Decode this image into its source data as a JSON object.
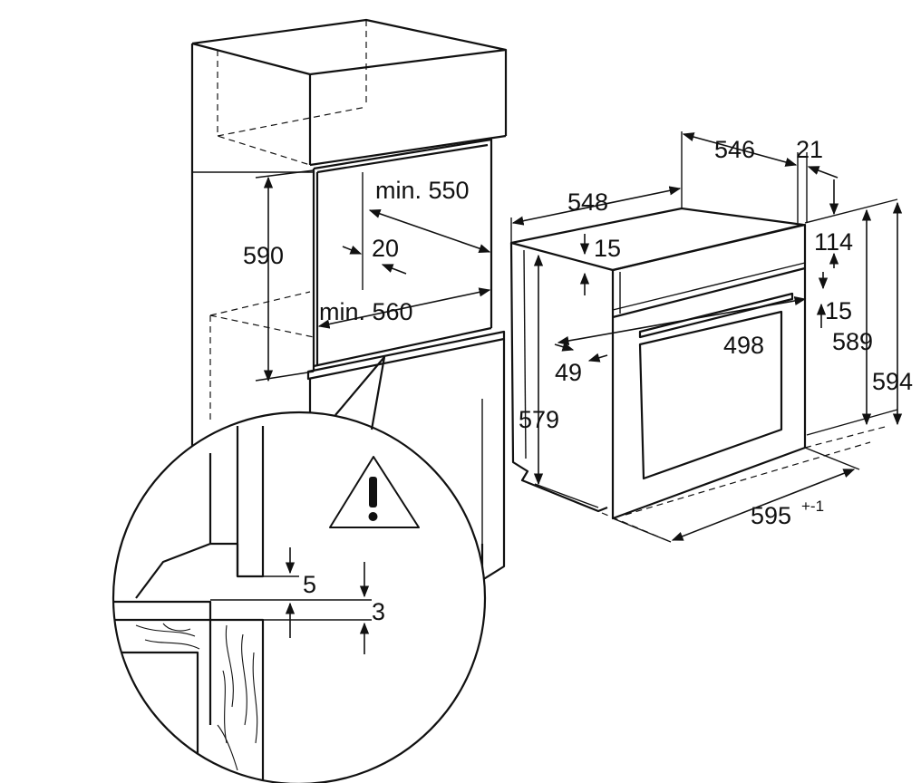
{
  "cabinet": {
    "height_opening": "590",
    "depth_top": "min. 550",
    "depth_bottom": "min. 560",
    "side_gap": "20"
  },
  "oven": {
    "depth_body": "548",
    "depth_total": "546",
    "panel_thickness": "21",
    "top_offset_left": "15",
    "panel_top": "114",
    "panel_gap": "15",
    "front_height": "589",
    "total_height": "594",
    "body_height": "579",
    "inner_width": "498",
    "inner_offset": "49",
    "width": "595",
    "width_tolerance": "+-1"
  },
  "detail": {
    "gap_a": "5",
    "gap_b": "3",
    "warning_icon": "warning-triangle-icon"
  }
}
